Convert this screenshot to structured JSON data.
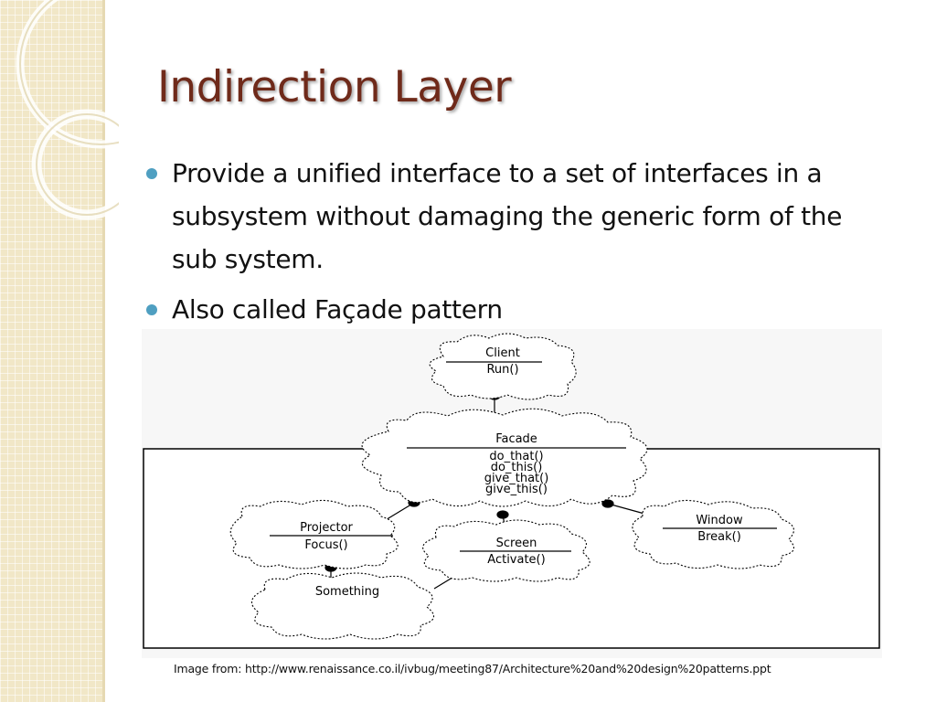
{
  "slide": {
    "title": "Indirection Layer",
    "bullets": [
      "Provide a unified interface to a set of interfaces in a subsystem without damaging the generic form of the sub system.",
      "Also called Façade pattern"
    ],
    "caption": "Image from: http://www.renaissance.co.il/ivbug/meeting87/Architecture%20and%20design%20patterns.ppt"
  },
  "diagram": {
    "client": {
      "name": "Client",
      "ops": [
        "Run()"
      ]
    },
    "facade": {
      "name": "Facade",
      "ops": [
        "do_that()",
        "do_this()",
        "give_that()",
        "give_this()"
      ]
    },
    "projector": {
      "name": "Projector",
      "ops": [
        "Focus()"
      ]
    },
    "screen": {
      "name": "Screen",
      "ops": [
        "Activate()"
      ]
    },
    "window": {
      "name": "Window",
      "ops": [
        "Break()"
      ]
    },
    "something": {
      "name": "Something"
    }
  },
  "colors": {
    "title": "#6f2a1a",
    "bullet": "#4f9fc1",
    "sidebar": "#f1e7c7"
  }
}
